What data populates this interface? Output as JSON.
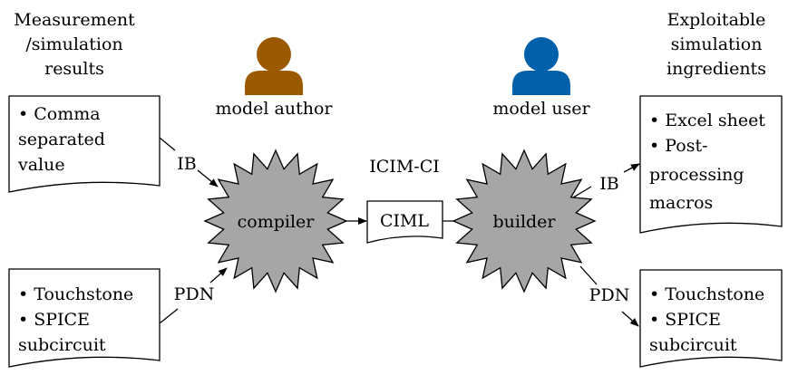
{
  "left_header": {
    "lines": [
      "Measurement",
      "/simulation",
      "results"
    ]
  },
  "right_header": {
    "lines": [
      "Exploitable",
      "simulation",
      "ingredients"
    ]
  },
  "actors": {
    "author": {
      "label": "model author",
      "color": "#9c5a00"
    },
    "user": {
      "label": "model user",
      "color": "#0060aa"
    }
  },
  "inputs": {
    "ib_doc": {
      "lines": [
        "• Comma",
        "separated",
        "value"
      ]
    },
    "pdn_doc": {
      "lines": [
        "• Touchstone",
        "• SPICE",
        "subcircuit"
      ]
    }
  },
  "outputs": {
    "ib_doc": {
      "lines": [
        "• Excel sheet",
        "• Post-",
        "processing",
        "macros"
      ]
    },
    "pdn_doc": {
      "lines": [
        "• Touchstone",
        "• SPICE",
        "subcircuit"
      ]
    }
  },
  "edge_labels": {
    "ib_in": "IB",
    "pdn_in": "PDN",
    "ib_out": "IB",
    "pdn_out": "PDN"
  },
  "processes": {
    "compiler": "compiler",
    "builder": "builder"
  },
  "format": {
    "title": "ICIM-CI",
    "doc": "CIML"
  },
  "colors": {
    "gear_fill": "#a6a6a6",
    "stroke": "#000000"
  }
}
